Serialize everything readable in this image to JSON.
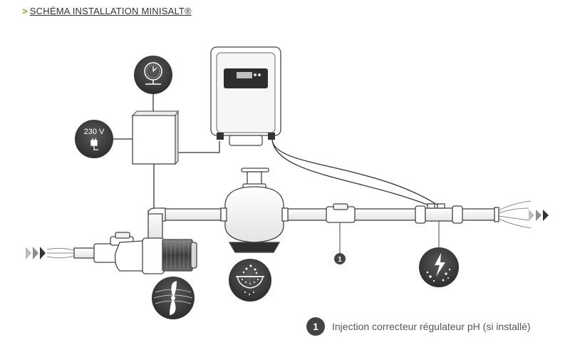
{
  "header": {
    "chevron": ">",
    "title": "SCHÉMA INSTALLATION MINISALT®"
  },
  "labels": {
    "voltage": "230 V",
    "marker": "1"
  },
  "legend": {
    "number": "1",
    "text": "Injection correcteur régulateur pH (si installé)"
  },
  "colors": {
    "accent": "#7ab800",
    "icon_bg": "#3f3f3f",
    "line": "#444444",
    "pipe_fill": "#ffffff"
  }
}
